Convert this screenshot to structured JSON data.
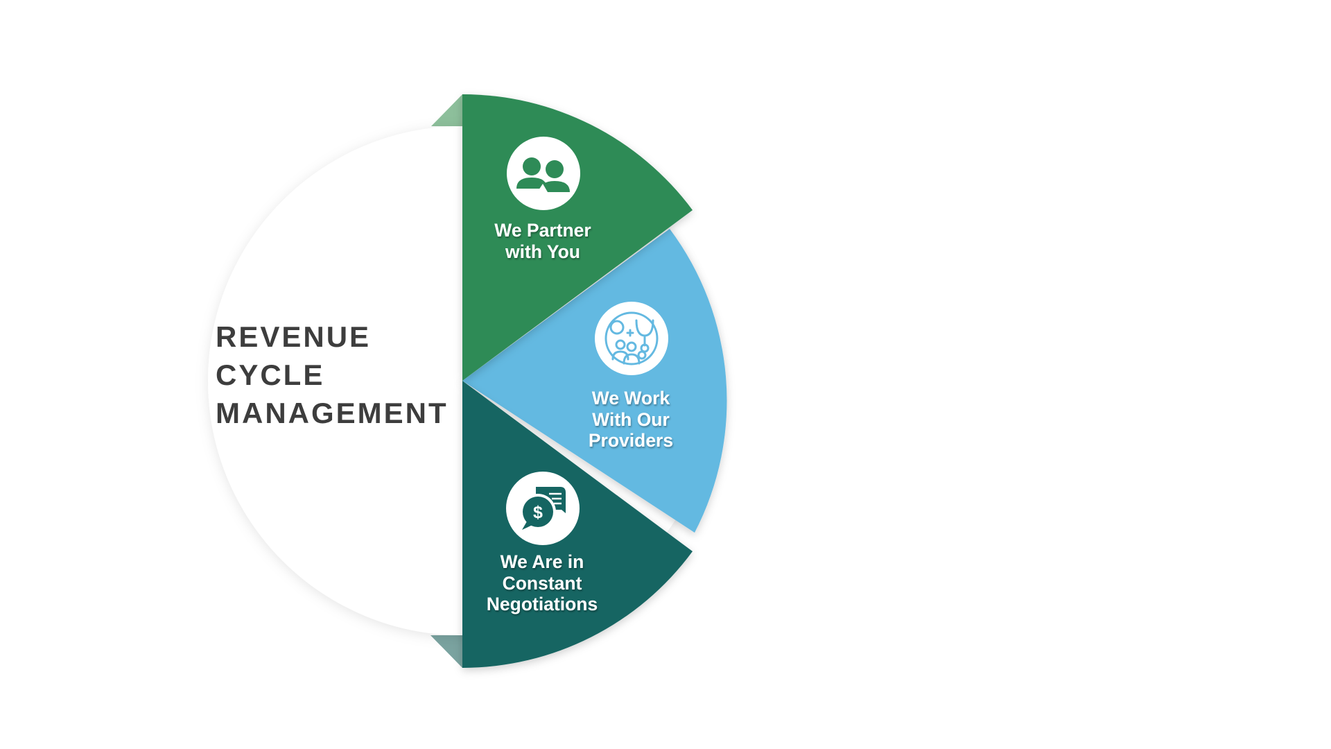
{
  "title": {
    "line1": "REVENUE",
    "line2": "CYCLE",
    "line3": "MANAGEMENT"
  },
  "segments": [
    {
      "id": "partner",
      "line1": "We Partner",
      "line2": "with You",
      "icon": "people-icon",
      "color": "#2e8b57"
    },
    {
      "id": "providers",
      "line1": "We Work",
      "line2": "With Our",
      "line3": "Providers",
      "icon": "stethoscope-team-icon",
      "color": "#64b9e1"
    },
    {
      "id": "negotiations",
      "line1": "We Are in",
      "line2": "Constant",
      "line3": "Negotiations",
      "icon": "dollar-chat-icon",
      "color": "#156562"
    }
  ],
  "colors": {
    "background": "#ffffff",
    "title_text": "#3d3d3d",
    "circle": "#ffffff",
    "fold_top": "#8dbf9b",
    "fold_bottom": "#7aa3a0"
  }
}
